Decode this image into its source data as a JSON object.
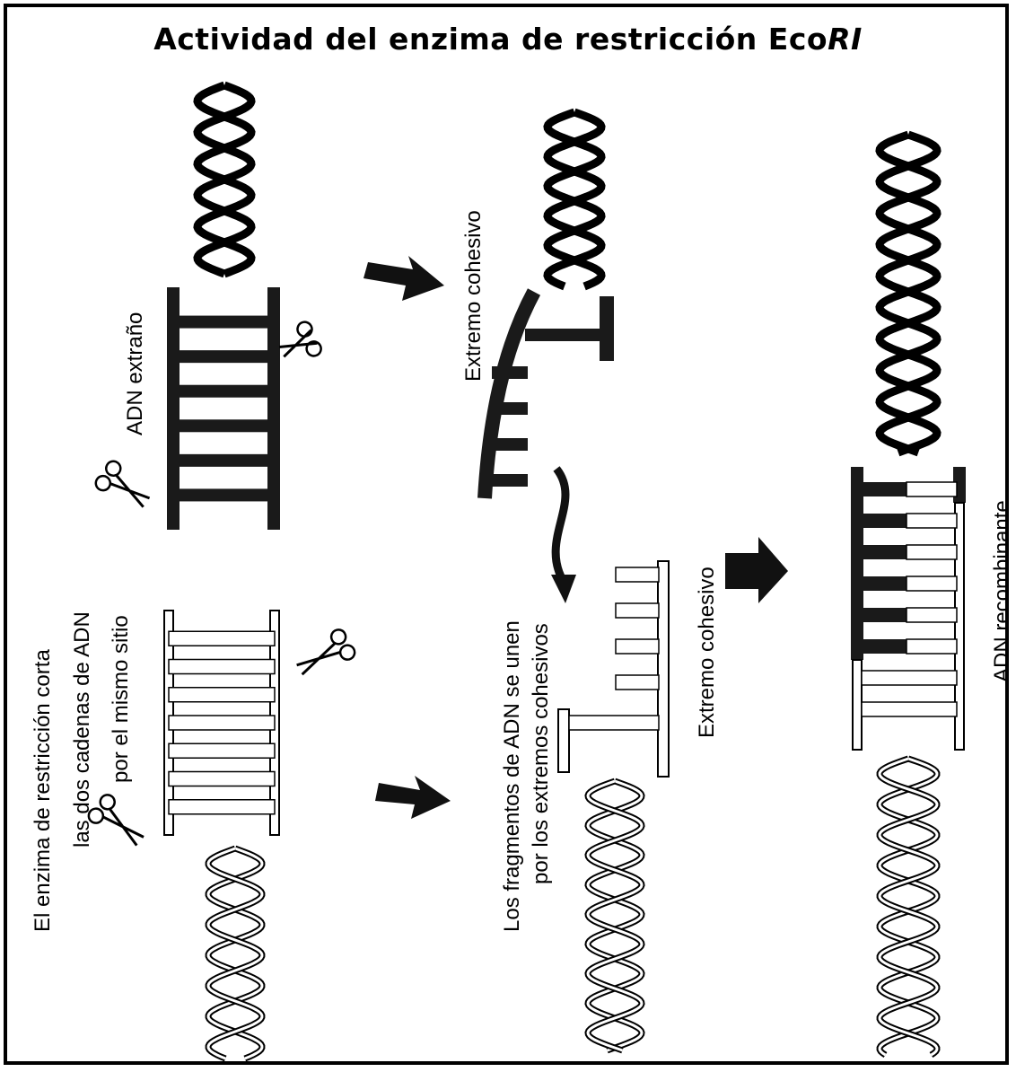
{
  "title": {
    "main": "Actividad del enzima de restricción Eco",
    "italic": "RI"
  },
  "labels": {
    "foreign_dna": "ADN extraño",
    "sticky_end_top": "Extremo cohesivo",
    "sticky_end_bottom": "Extremo cohesivo",
    "enzyme_line1": "El enzima de restricción corta",
    "enzyme_line2": "las dos cadenas de ADN",
    "enzyme_line3": "por el mismo sitio",
    "fragments_line1": "Los fragmentos de ADN se unen",
    "fragments_line2": "por los extremos cohesivos",
    "recombinant_dna": "ADN recombinante"
  },
  "colors": {
    "ink": "#000000",
    "paper": "#ffffff",
    "foreign_strand": "#1a1a1a"
  },
  "icons": [
    "scissors-icon",
    "arrow-icon"
  ]
}
